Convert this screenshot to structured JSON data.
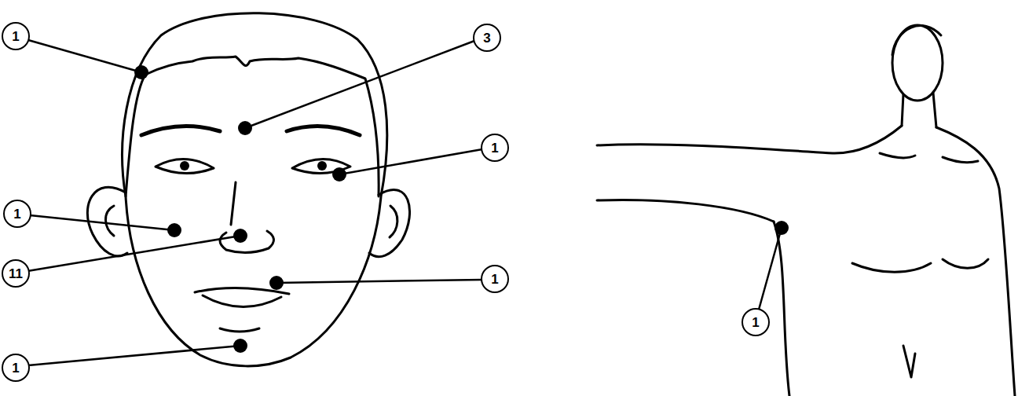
{
  "diagram": {
    "labels": [
      "1",
      "3",
      "1",
      "1",
      "11",
      "1",
      "1",
      "1"
    ]
  }
}
